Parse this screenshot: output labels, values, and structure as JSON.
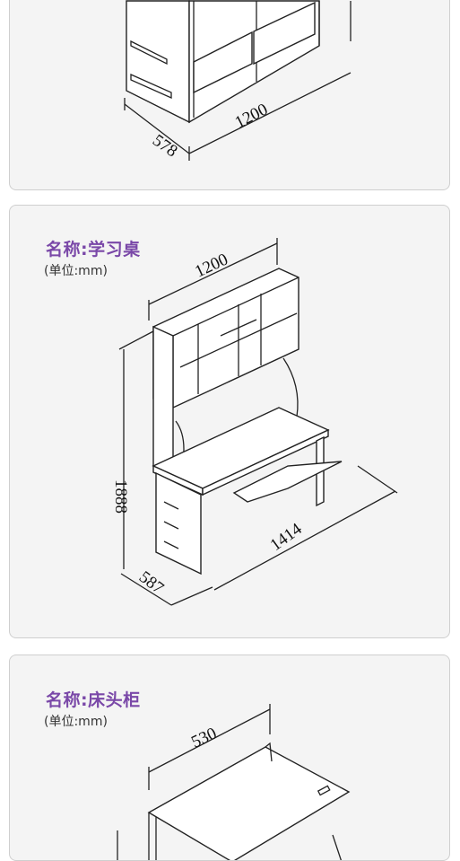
{
  "wardrobe": {
    "dim_width": "1200",
    "dim_depth": "578"
  },
  "desk": {
    "title": "名称:学习桌",
    "unit": "(单位:mm)",
    "dim_width": "1200",
    "dim_height": "1888",
    "dim_length": "1414",
    "dim_depth": "587"
  },
  "nightstand": {
    "title": "名称:床头柜",
    "unit": "(单位:mm)",
    "dim_width": "530"
  },
  "colors": {
    "title": "#7a48a8",
    "card_bg": "#f4f4f4",
    "card_border": "#cfcfcf"
  }
}
